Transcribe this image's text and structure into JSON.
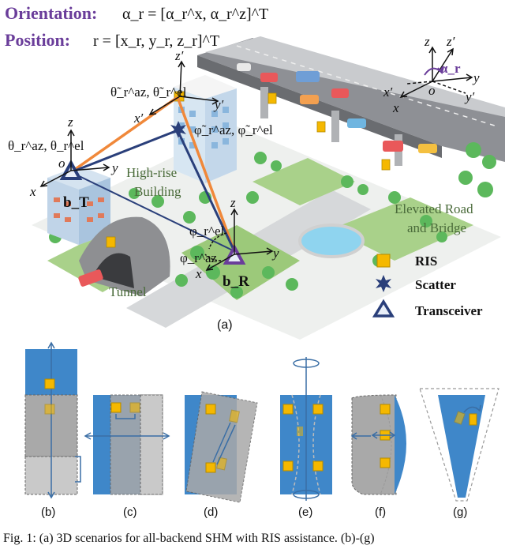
{
  "orientation": {
    "label": "Orientation:",
    "formula": "α_r = [α_r^x, α_r^z]^T"
  },
  "position": {
    "label": "Position:",
    "formula": "r = [x_r, y_r, z_r]^T"
  },
  "scene_labels": {
    "high_rise": "High-rise",
    "building": "Building",
    "elevated_road": "Elevated Road",
    "and_bridge": "and Bridge",
    "tunnel": "Tunnel"
  },
  "math_labels": {
    "theta_tilde": "θ̃_r^az, θ̃_r^el",
    "phi_tilde": "φ̃_r^az, φ̃_r^el",
    "theta": "θ_r^az, θ_r^el",
    "phi_el": "φ_r^el",
    "phi_az": "φ_r^az",
    "b_T": "b_T",
    "b_R": "b_R",
    "alpha_r": "α_r"
  },
  "axes": {
    "x": "x",
    "y": "y",
    "z": "z",
    "o": "o",
    "xp": "x′",
    "yp": "y′",
    "zp": "z′"
  },
  "legend": {
    "ris": "RIS",
    "scatter": "Scatter",
    "transceiver": "Transceiver"
  },
  "panel_labels": {
    "a": "(a)",
    "b": "(b)",
    "c": "(c)",
    "d": "(d)",
    "e": "(e)",
    "f": "(f)",
    "g": "(g)"
  },
  "caption": "Fig. 1: (a) 3D scenarios for all-backend SHM with RIS assistance. (b)-(g)",
  "colors": {
    "purple": "#6a3d9a",
    "orange": "#f0883a",
    "navy": "#2a3f7a",
    "ris": "#f5b800",
    "panel_blue": "#3f87c9",
    "panel_gray": "#a9a9a9"
  }
}
